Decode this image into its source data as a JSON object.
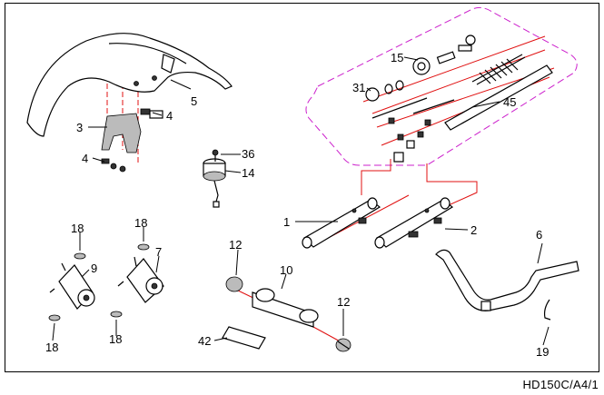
{
  "labels": {
    "p1": "1",
    "p2": "2",
    "p3": "3",
    "p4a": "4",
    "p4b": "4",
    "p5": "5",
    "p6": "6",
    "p7": "7",
    "p9": "9",
    "p10": "10",
    "p12a": "12",
    "p12b": "12",
    "p14": "14",
    "p15": "15",
    "p18a": "18",
    "p18b": "18",
    "p18c": "18",
    "p18d": "18",
    "p19": "19",
    "p31": "31",
    "p36": "36",
    "p42": "42",
    "p45": "45"
  },
  "drawing_code": "HD150C/A4/1",
  "colors": {
    "border": "#000000",
    "guide_red": "#e01010",
    "group_magenta": "#cc20cc"
  }
}
